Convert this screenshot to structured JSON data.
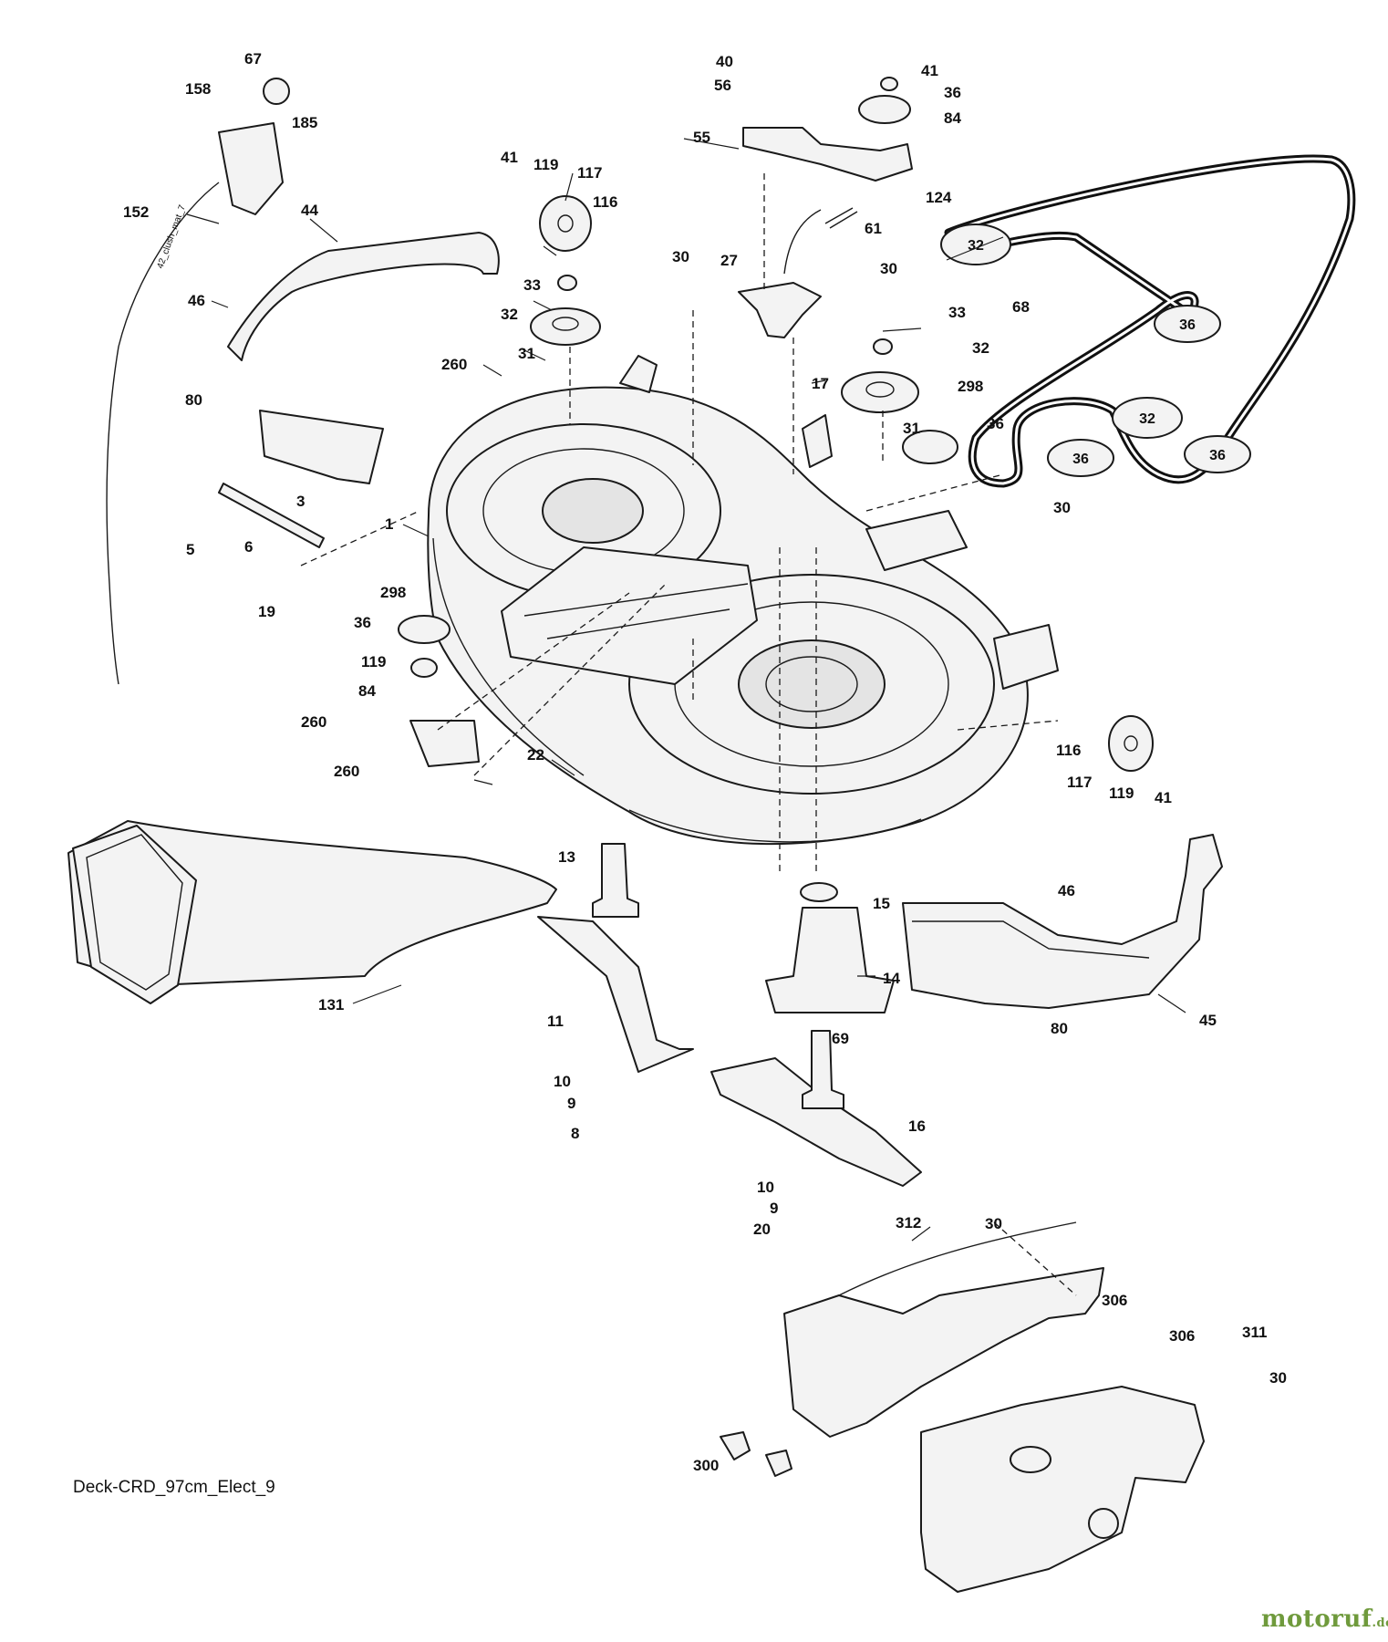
{
  "diagram": {
    "code": "Deck-CRD_97cm_Elect_9",
    "cable_marking": "42_clush_mat_7",
    "watermark": {
      "name": "motoruf",
      "suffix": ".de",
      "color": "#6f9a3c"
    },
    "belt_pulley_labels": [
      "32",
      "36",
      "32",
      "36",
      "36"
    ]
  },
  "callouts": [
    "67",
    "158",
    "185",
    "152",
    "44",
    "46",
    "80",
    "3",
    "5",
    "6",
    "19",
    "41",
    "119",
    "117",
    "116",
    "33",
    "32",
    "31",
    "260",
    "1",
    "40",
    "56",
    "55",
    "41",
    "36",
    "84",
    "124",
    "61",
    "30",
    "27",
    "30",
    "17",
    "33",
    "32",
    "298",
    "31",
    "36",
    "30",
    "68",
    "298",
    "36",
    "119",
    "84",
    "260",
    "22",
    "260",
    "116",
    "117",
    "119",
    "41",
    "13",
    "131",
    "11",
    "10",
    "9",
    "8",
    "15",
    "14",
    "46",
    "45",
    "80",
    "69",
    "16",
    "10",
    "9",
    "20",
    "312",
    "30",
    "306",
    "306",
    "311",
    "30",
    "300"
  ]
}
